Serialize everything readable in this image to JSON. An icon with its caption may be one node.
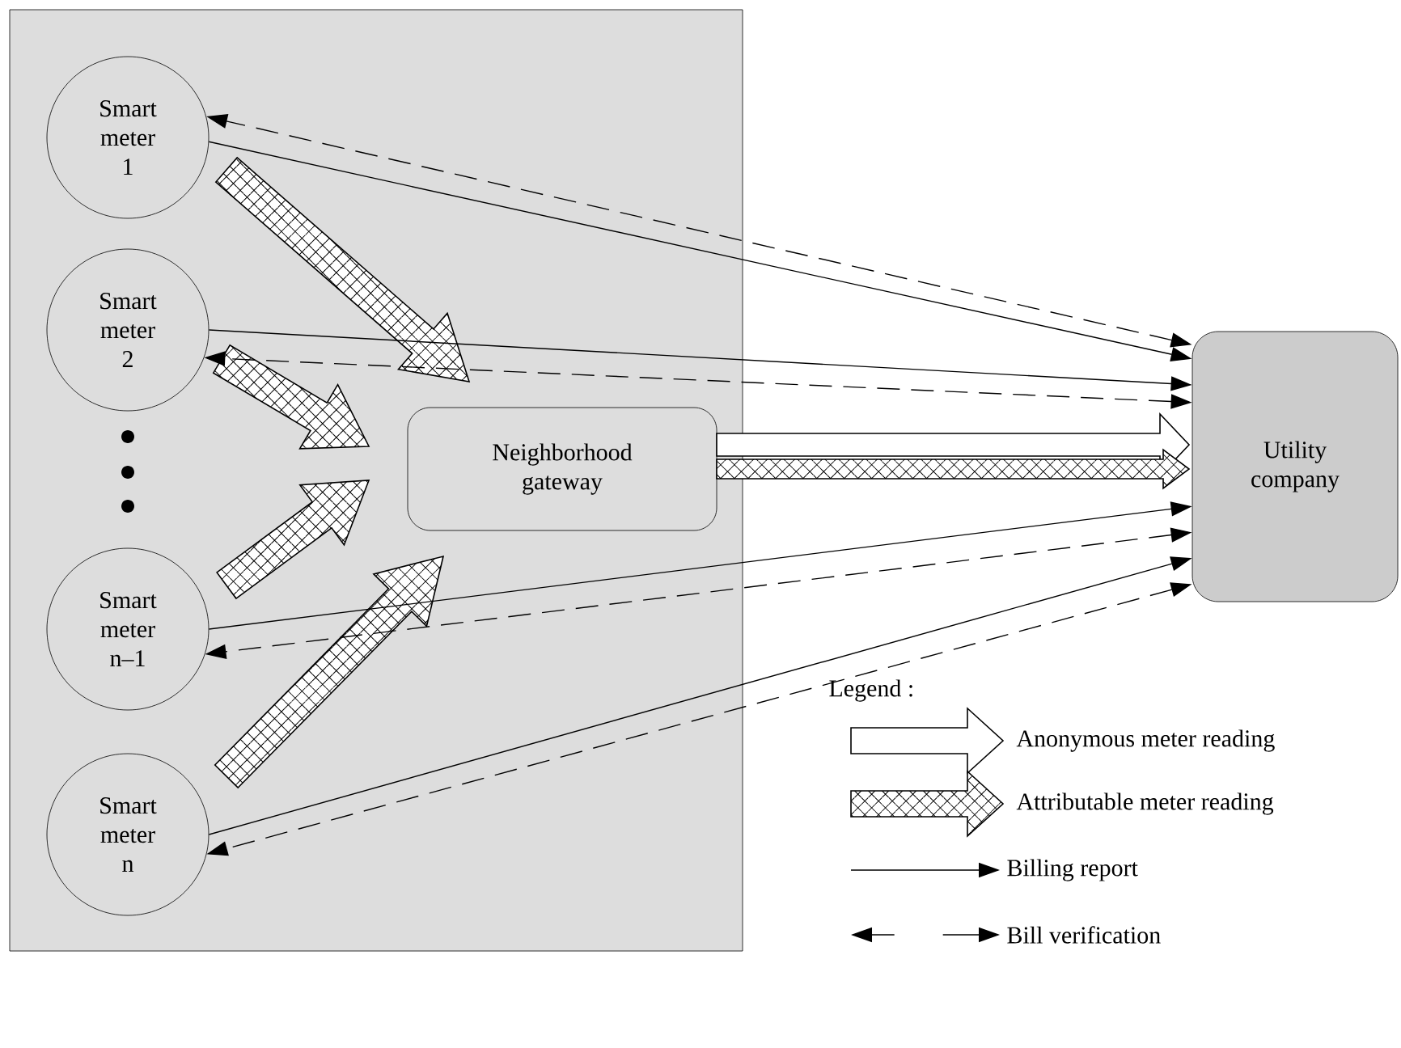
{
  "diagram": {
    "nodes": [
      {
        "text": [],
        "shape": "box"
      },
      {
        "text": [
          "Smart meter 1"
        ],
        "in": 0
      },
      {
        "text": [
          "Smart meter 2"
        ],
        "in": 0
      },
      {
        "text": [
          "Smart meter n–1"
        ],
        "in": 0
      },
      {
        "text": [
          "Smart meter n"
        ],
        "in": 0
      },
      {
        "text": [
          "Neighborhood gateway"
        ],
        "in": 0
      },
      {
        "text": [
          "Utility company"
        ]
      }
    ],
    "edges": [
      {
        "from": 1,
        "to": 5,
        "arrow": "to",
        "style": "thick"
      },
      {
        "from": 2,
        "to": 5,
        "arrow": "to",
        "style": "thick"
      },
      {
        "from": 3,
        "to": 5,
        "arrow": "to",
        "style": "thick"
      },
      {
        "from": 4,
        "to": 5,
        "arrow": "to",
        "style": "thick"
      },
      {
        "from": 5,
        "to": 6,
        "arrow": "to",
        "style": "thick",
        "color": "#ffffff"
      },
      {
        "from": 5,
        "to": 6,
        "arrow": "to",
        "style": "thick"
      },
      {
        "from": 1,
        "to": 6,
        "arrow": "to"
      },
      {
        "from": 2,
        "to": 6,
        "arrow": "to"
      },
      {
        "from": 3,
        "to": 6,
        "arrow": "to"
      },
      {
        "from": 4,
        "to": 6,
        "arrow": "to"
      },
      {
        "from": 6,
        "to": 1,
        "arrow": "both",
        "style": "dashed"
      },
      {
        "from": 6,
        "to": 2,
        "arrow": "both",
        "style": "dashed"
      },
      {
        "from": 6,
        "to": 3,
        "arrow": "both",
        "style": "dashed"
      },
      {
        "from": 6,
        "to": 4,
        "arrow": "both",
        "style": "dashed"
      }
    ],
    "labels": [
      "Legend :"
    ],
    "legend": [
      {
        "text": "Anonymous meter reading"
      },
      {
        "text": "Attributable meter reading"
      },
      {
        "text": "Billing report"
      },
      {
        "text": "Bill verification"
      }
    ]
  }
}
